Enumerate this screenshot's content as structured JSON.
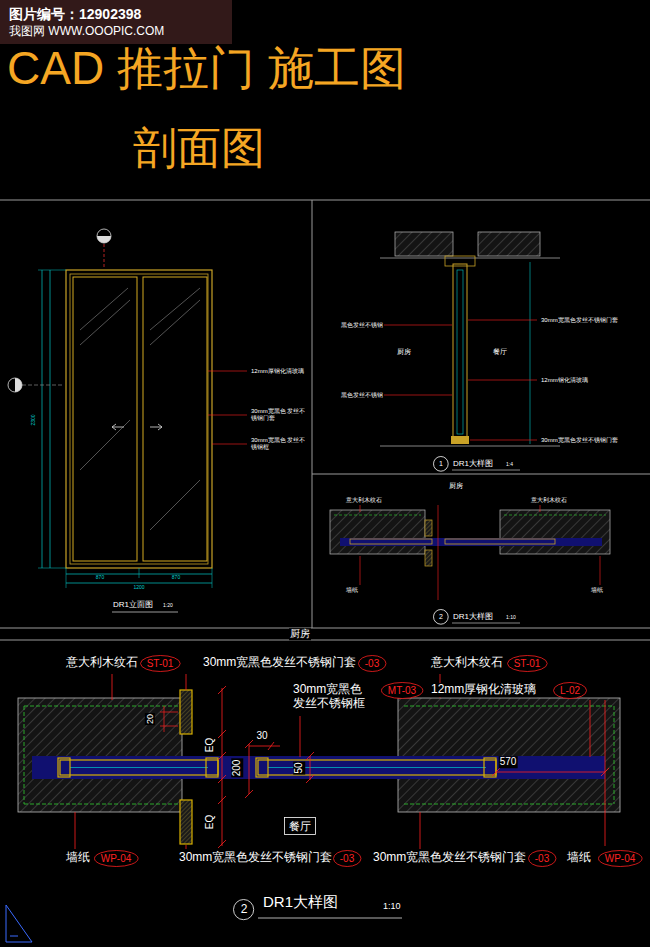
{
  "diagram": {
    "title": "CAD 推拉门 施工图",
    "nodes": [
      {
        "text": [
          "1"
        ]
      },
      {
        "text": [
          "2"
        ]
      },
      {
        "text": [
          "ST-01"
        ]
      },
      {
        "text": [
          "-03"
        ]
      },
      {
        "text": [
          "ST-01"
        ]
      },
      {
        "text": [
          "MT-03"
        ]
      },
      {
        "text": [
          "L-02"
        ]
      },
      {
        "text": [
          "餐厅"
        ]
      },
      {
        "text": [
          "WP-04"
        ]
      },
      {
        "text": [
          "-03"
        ]
      },
      {
        "text": [
          "-03"
        ]
      },
      {
        "text": [
          "WP-04"
        ]
      },
      {
        "text": [
          "2"
        ]
      }
    ],
    "labels": [
      "图片编号：12902398",
      "我图网 WWW.OOOPIC.COM",
      "剖面图",
      "870",
      "870",
      "1200",
      "DR1立面图",
      "1:20",
      "12mm厚钢化清玻璃",
      "30mm宽黑色 发丝不锈钢门套",
      "30mm宽黑色 发丝不锈钢框",
      "2300",
      "厨房",
      "餐厅",
      "黑色发丝不锈钢",
      "黑色发丝不锈钢",
      "30mm宽黑色发丝不锈钢门套",
      "12mm钢化清玻璃",
      "30mm宽黑色发丝不锈钢门套",
      "DR1大样图",
      "1:4",
      "厨房",
      "意大利木纹石",
      "意大利木纹石",
      "墙纸",
      "墙纸",
      "DR1大样图",
      "1:10",
      "厨房",
      "意大利木纹石",
      "30mm宽黑色发丝不锈钢门套",
      "意大利木纹石",
      "30mm宽黑色 发丝不锈钢框",
      "12mm厚钢化清玻璃",
      "20",
      "EQ",
      "EQ",
      "200",
      "30",
      "50",
      "570",
      "墙纸",
      "30mm宽黑色发丝不锈钢门套",
      "30mm宽黑色发丝不锈钢门套",
      "墙纸",
      "DR1大样图",
      "1:10"
    ]
  }
}
